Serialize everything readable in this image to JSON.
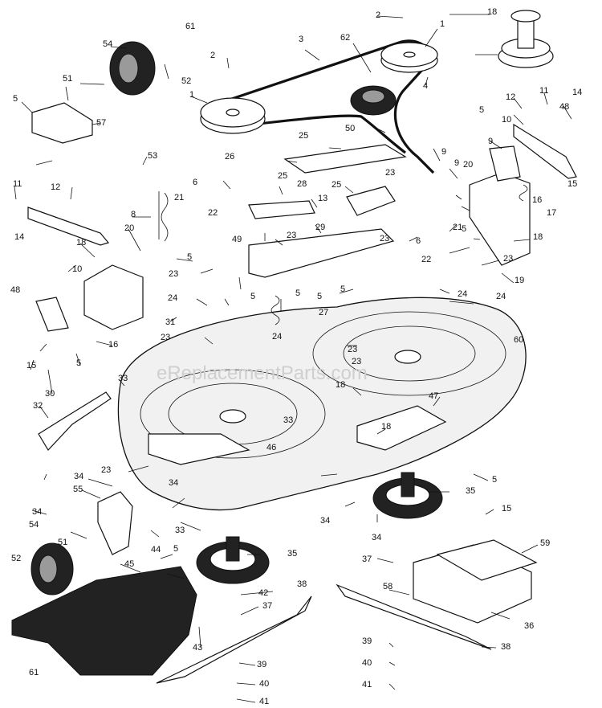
{
  "watermark": "eReplacementParts.com",
  "callouts": [
    "1",
    "2",
    "3",
    "4",
    "5",
    "6",
    "8",
    "9",
    "10",
    "11",
    "12",
    "13",
    "14",
    "15",
    "16",
    "17",
    "18",
    "19",
    "20",
    "21",
    "22",
    "23",
    "24",
    "25",
    "26",
    "27",
    "28",
    "29",
    "30",
    "31",
    "32",
    "33",
    "34",
    "35",
    "36",
    "37",
    "38",
    "39",
    "40",
    "41",
    "42",
    "43",
    "44",
    "45",
    "46",
    "47",
    "48",
    "49",
    "50",
    "51",
    "52",
    "53",
    "54",
    "55",
    "57",
    "58",
    "59",
    "60",
    "61",
    "62"
  ]
}
